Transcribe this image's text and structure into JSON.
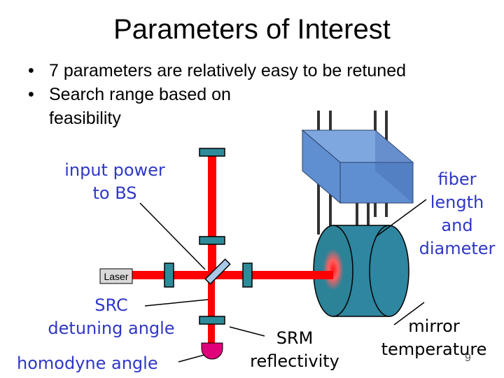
{
  "slide": {
    "title": "Parameters of Interest",
    "bullets": [
      "7 parameters are relatively easy to be retuned",
      "Search range based on",
      "feasibility"
    ],
    "page_number": "9"
  },
  "diagram": {
    "laser_label": "Laser",
    "labels": {
      "input_power_line1": "input power",
      "input_power_line2": "to BS",
      "fiber_line1": "fiber",
      "fiber_line2": "length",
      "fiber_line3": "and",
      "fiber_line4": "diameter",
      "src_line1": "SRC",
      "src_line2": "detuning angle",
      "homodyne": "homodyne angle",
      "srm_line1": "SRM",
      "srm_line2": "reflectivity",
      "mirror_line1": "mirror",
      "mirror_line2": "temperature"
    },
    "colors": {
      "beam": "#ff0000",
      "mirror": "#2e8b9a",
      "mirror_outline": "#000000",
      "block_front": "#5f8fd0",
      "block_top": "#7ea7e0",
      "block_side": "#3b64a8",
      "drum_side": "#2e86a0",
      "drum_face": "#2c8296",
      "detector": "#e0007a",
      "blue_text": "#2f37c8"
    }
  }
}
